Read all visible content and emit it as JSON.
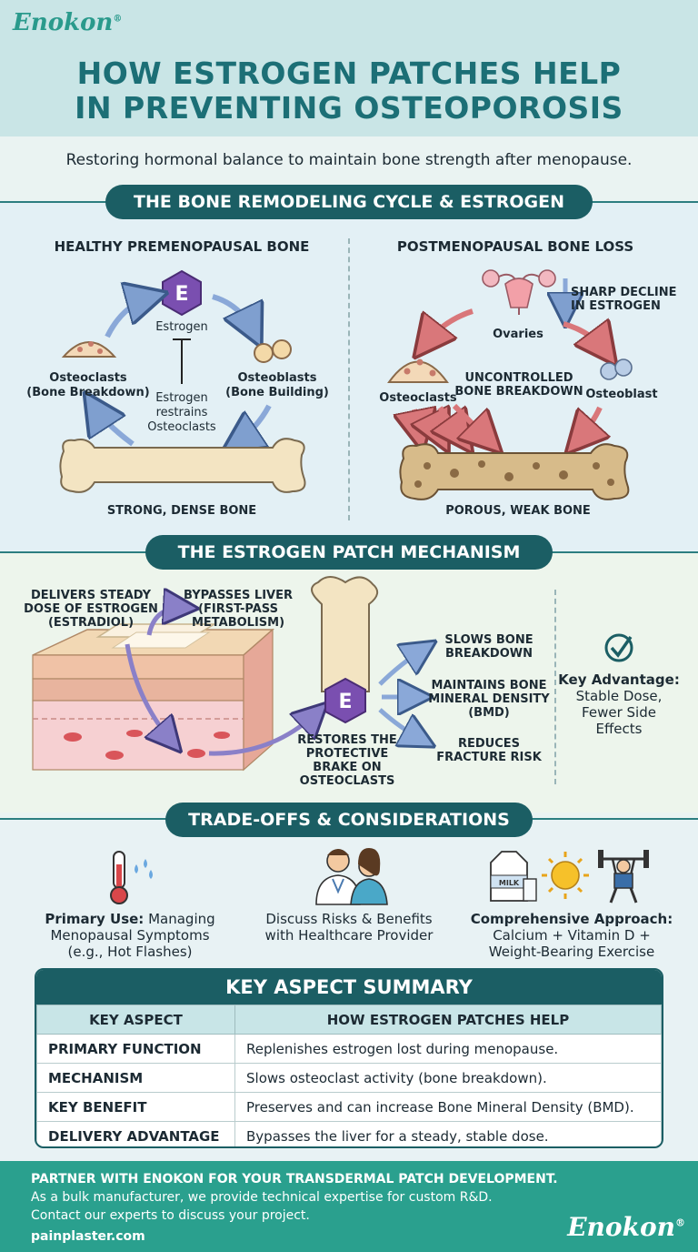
{
  "brand": {
    "name": "Enokon",
    "mark": "®"
  },
  "title_line1": "HOW ESTROGEN PATCHES HELP",
  "title_line2": "IN PREVENTING OSTEOPOROSIS",
  "subtitle": "Restoring hormonal balance to maintain bone strength after menopause.",
  "section1": {
    "title": "THE BONE REMODELING CYCLE & ESTROGEN",
    "left": {
      "title": "HEALTHY PREMENOPAUSAL BONE",
      "hormone": "E",
      "estrogen_label": "Estrogen",
      "osteoclasts_l1": "Osteoclasts",
      "osteoclasts_l2": "(Bone Breakdown)",
      "osteoblasts_l1": "Osteoblasts",
      "osteoblasts_l2": "(Bone Building)",
      "restrains_l1": "Estrogen",
      "restrains_l2": "restrains",
      "restrains_l3": "Osteoclasts",
      "bone_caption": "STRONG, DENSE BONE"
    },
    "right": {
      "title": "POSTMENOPAUSAL BONE LOSS",
      "decline_l1": "SHARP DECLINE",
      "decline_l2": "IN ESTROGEN",
      "ovaries": "Ovaries",
      "uncontrolled_l1": "UNCONTROLLED",
      "uncontrolled_l2": "BONE BREAKDOWN",
      "osteoclasts": "Osteoclasts",
      "osteoblast": "Osteoblast",
      "bone_caption": "POROUS, WEAK BONE"
    }
  },
  "section2": {
    "title": "THE ESTROGEN PATCH MECHANISM",
    "delivers_l1": "DELIVERS STEADY",
    "delivers_l2": "DOSE OF ESTROGEN",
    "delivers_l3": "(ESTRADIOL)",
    "bypasses_l1": "BYPASSES LIVER",
    "bypasses_l2": "(FIRST-PASS",
    "bypasses_l3": "METABOLISM)",
    "hormone": "E",
    "restores_l1": "RESTORES THE",
    "restores_l2": "PROTECTIVE",
    "restores_l3": "BRAKE ON",
    "restores_l4": "OSTEOCLASTS",
    "slows_l1": "SLOWS BONE",
    "slows_l2": "BREAKDOWN",
    "maintains_l1": "MAINTAINS BONE",
    "maintains_l2": "MINERAL DENSITY",
    "maintains_l3": "(BMD)",
    "reduces_l1": "REDUCES",
    "reduces_l2": "FRACTURE RISK",
    "advantage_title": "Key Advantage:",
    "advantage_l1": "Stable Dose,",
    "advantage_l2": "Fewer Side",
    "advantage_l3": "Effects"
  },
  "section3": {
    "title": "TRADE-OFFS & CONSIDERATIONS",
    "item1_bold": "Primary Use:",
    "item1_rest": "Managing",
    "item1_l2": "Menopausal Symptoms",
    "item1_l3": "(e.g., Hot Flashes)",
    "item2_l1": "Discuss Risks & Benefits",
    "item2_l2": "with Healthcare Provider",
    "item3_bold": "Comprehensive Approach:",
    "item3_l2": "Calcium + Vitamin D +",
    "item3_l3": "Weight-Bearing Exercise",
    "milk_label": "MILK"
  },
  "summary": {
    "title": "KEY ASPECT SUMMARY",
    "head_aspect": "KEY ASPECT",
    "head_help": "HOW ESTROGEN PATCHES HELP",
    "rows": [
      {
        "aspect": "PRIMARY FUNCTION",
        "help": "Replenishes estrogen lost during menopause."
      },
      {
        "aspect": "MECHANISM",
        "help": "Slows osteoclast activity (bone breakdown)."
      },
      {
        "aspect": "KEY BENEFIT",
        "help": "Preserves and can increase Bone Mineral Density (BMD)."
      },
      {
        "aspect": "DELIVERY ADVANTAGE",
        "help": "Bypasses the liver for a steady, stable dose."
      }
    ]
  },
  "footer": {
    "line1": "PARTNER WITH ENOKON FOR YOUR TRANSDERMAL PATCH DEVELOPMENT.",
    "line2": "As a bulk manufacturer, we provide technical expertise for custom R&D.",
    "line3": "Contact our experts to discuss your project.",
    "url": "painplaster.com"
  },
  "colors": {
    "teal_dark": "#1b5e64",
    "teal_brand": "#2a9a8c",
    "hormone_purple": "#7a4fb0",
    "arrow_blue": "#8aa8d8",
    "arrow_red": "#d9777a"
  }
}
